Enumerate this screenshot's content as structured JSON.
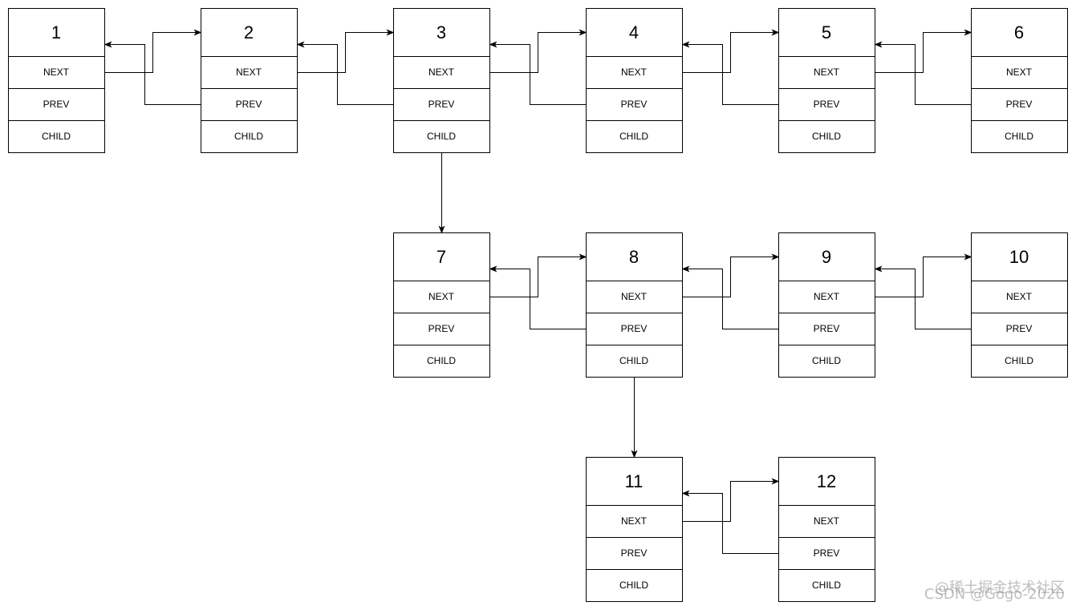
{
  "nodes": [
    {
      "id": "1",
      "fields": [
        "NEXT",
        "PREV",
        "CHILD"
      ]
    },
    {
      "id": "2",
      "fields": [
        "NEXT",
        "PREV",
        "CHILD"
      ]
    },
    {
      "id": "3",
      "fields": [
        "NEXT",
        "PREV",
        "CHILD"
      ]
    },
    {
      "id": "4",
      "fields": [
        "NEXT",
        "PREV",
        "CHILD"
      ]
    },
    {
      "id": "5",
      "fields": [
        "NEXT",
        "PREV",
        "CHILD"
      ]
    },
    {
      "id": "6",
      "fields": [
        "NEXT",
        "PREV",
        "CHILD"
      ]
    },
    {
      "id": "7",
      "fields": [
        "NEXT",
        "PREV",
        "CHILD"
      ]
    },
    {
      "id": "8",
      "fields": [
        "NEXT",
        "PREV",
        "CHILD"
      ]
    },
    {
      "id": "9",
      "fields": [
        "NEXT",
        "PREV",
        "CHILD"
      ]
    },
    {
      "id": "10",
      "fields": [
        "NEXT",
        "PREV",
        "CHILD"
      ]
    },
    {
      "id": "11",
      "fields": [
        "NEXT",
        "PREV",
        "CHILD"
      ]
    },
    {
      "id": "12",
      "fields": [
        "NEXT",
        "PREV",
        "CHILD"
      ]
    }
  ],
  "links": [
    {
      "type": "next",
      "from": "1",
      "to": "2"
    },
    {
      "type": "prev",
      "from": "2",
      "to": "1"
    },
    {
      "type": "next",
      "from": "2",
      "to": "3"
    },
    {
      "type": "prev",
      "from": "3",
      "to": "2"
    },
    {
      "type": "next",
      "from": "3",
      "to": "4"
    },
    {
      "type": "prev",
      "from": "4",
      "to": "3"
    },
    {
      "type": "next",
      "from": "4",
      "to": "5"
    },
    {
      "type": "prev",
      "from": "5",
      "to": "4"
    },
    {
      "type": "next",
      "from": "5",
      "to": "6"
    },
    {
      "type": "prev",
      "from": "6",
      "to": "5"
    },
    {
      "type": "child",
      "from": "3",
      "to": "7"
    },
    {
      "type": "next",
      "from": "7",
      "to": "8"
    },
    {
      "type": "prev",
      "from": "8",
      "to": "7"
    },
    {
      "type": "next",
      "from": "8",
      "to": "9"
    },
    {
      "type": "prev",
      "from": "9",
      "to": "8"
    },
    {
      "type": "next",
      "from": "9",
      "to": "10"
    },
    {
      "type": "prev",
      "from": "10",
      "to": "9"
    },
    {
      "type": "child",
      "from": "8",
      "to": "11"
    },
    {
      "type": "next",
      "from": "11",
      "to": "12"
    },
    {
      "type": "prev",
      "from": "12",
      "to": "11"
    }
  ],
  "watermark": {
    "line1": "@稀土掘金技术社区",
    "line2": "CSDN @Gogo-2020"
  }
}
